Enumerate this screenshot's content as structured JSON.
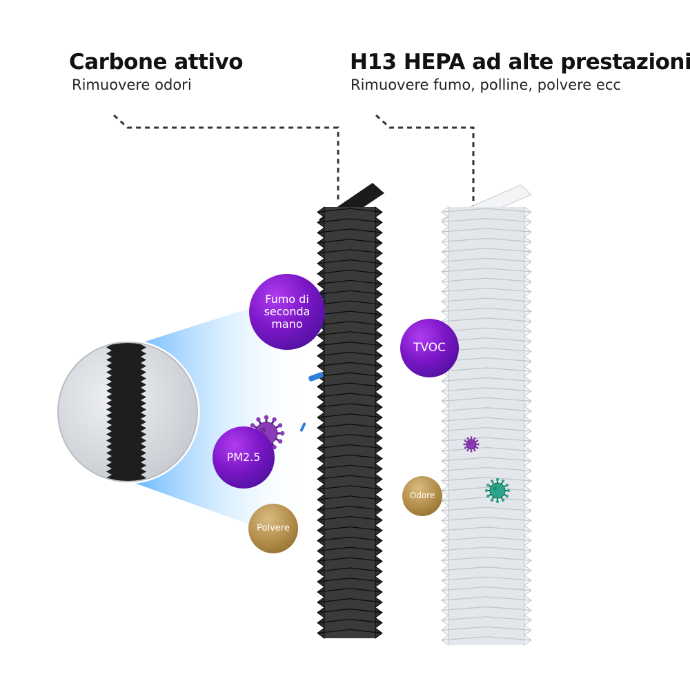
{
  "left_label": {
    "title": "Carbone attivo",
    "subtitle": "Rimuovere odori"
  },
  "right_label": {
    "title": "H13 HEPA ad alte prestazioni",
    "subtitle": "Rimuovere fumo, polline, polvere ecc"
  },
  "bubbles": {
    "smoke": "Fumo di\nseconda\nmano",
    "pm25": "PM2.5",
    "dust": "Polvere",
    "tvoc": "TVOC",
    "odor": "Odore"
  },
  "colors": {
    "carbon_filter": "#2a2a2a",
    "hepa_filter": "#e9ebee",
    "pollutant_purple": "#7a16c6",
    "pollutant_gold": "#b08a46",
    "light_beam": "#3aa6ff"
  }
}
